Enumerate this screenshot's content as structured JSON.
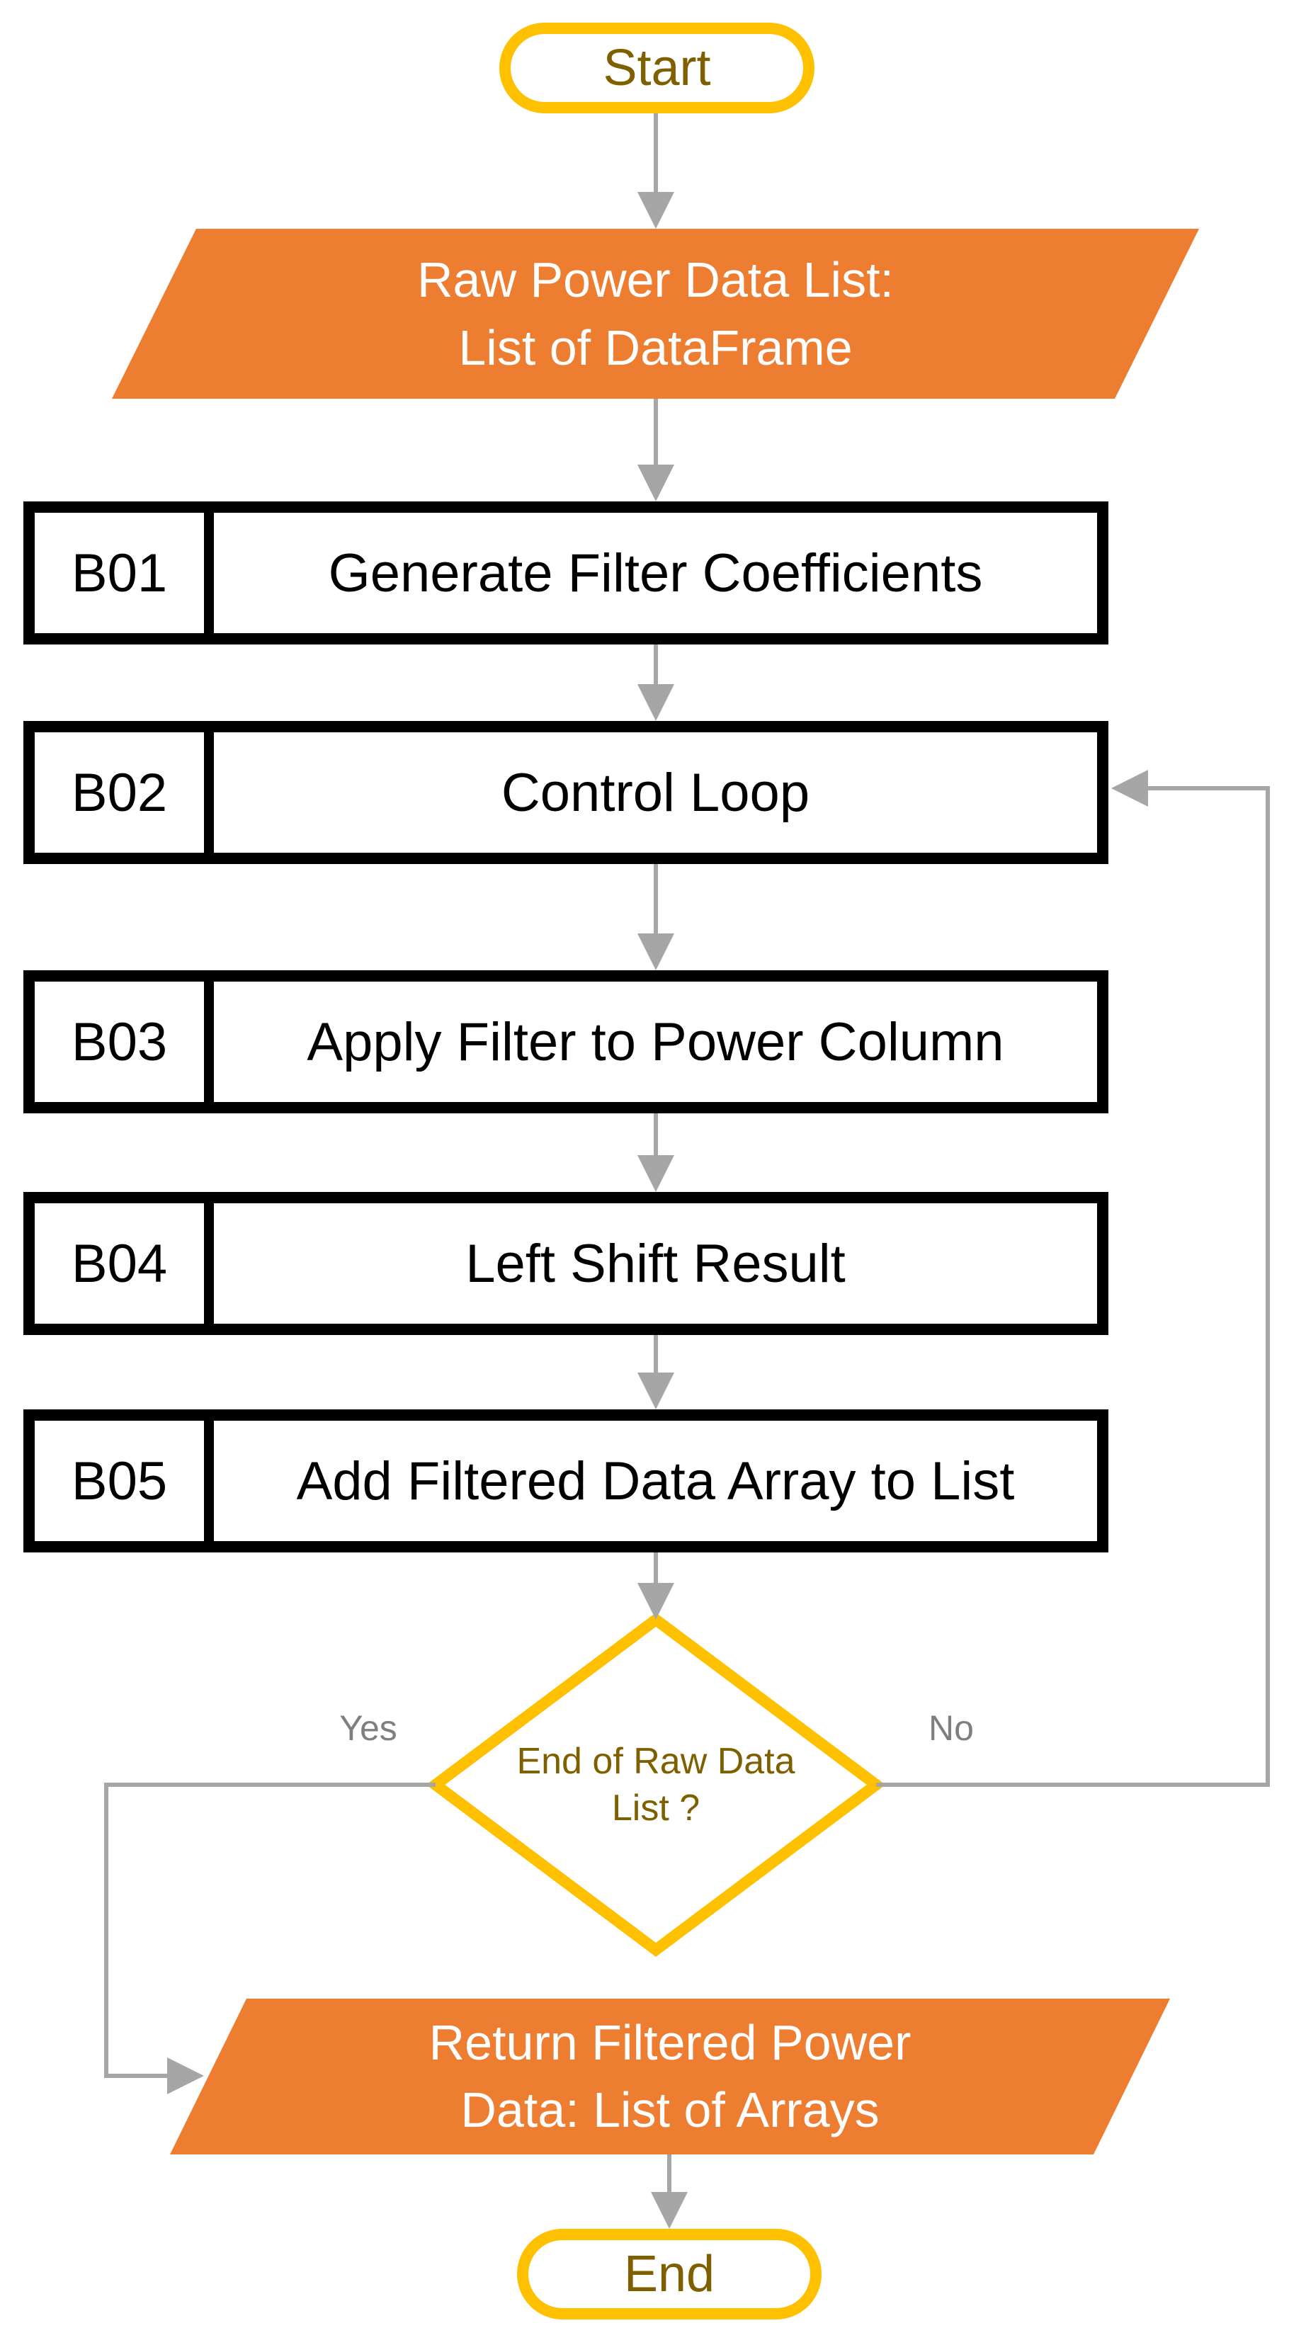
{
  "nodes": {
    "start": "Start",
    "input_data": {
      "line1": "Raw Power Data List:",
      "line2": "List of DataFrame"
    },
    "steps": [
      {
        "id": "B01",
        "label": "Generate Filter Coefficients"
      },
      {
        "id": "B02",
        "label": "Control Loop"
      },
      {
        "id": "B03",
        "label": "Apply Filter to Power Column"
      },
      {
        "id": "B04",
        "label": "Left Shift Result"
      },
      {
        "id": "B05",
        "label": "Add Filtered Data Array to List"
      }
    ],
    "decision": {
      "line1": "End of Raw Data",
      "line2": "List ?"
    },
    "output_data": {
      "line1": "Return Filtered Power",
      "line2": "Data: List of Arrays"
    },
    "end": "End"
  },
  "branches": {
    "yes": "Yes",
    "no": "No"
  },
  "colors": {
    "io-fill": "#ED7D31",
    "terminal-border": "#FFC000",
    "terminal-text": "#7F6000",
    "decision-border": "#FFC000",
    "decision-text": "#7F6000",
    "arrow": "#A6A6A6",
    "branch-label": "#7F7F7F",
    "process-border": "#000000"
  }
}
